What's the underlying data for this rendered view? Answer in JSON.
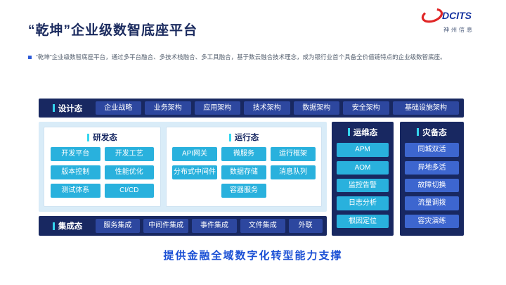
{
  "page": {
    "title": "“乾坤”企业级数智底座平台",
    "intro": "“乾坤”企业级数智底座平台，通过多平台融合、多技术栈融合、多工具融合，基于数云融合技术理念，成为银行业首个具备全价值链特点的企业级数智底座。",
    "footer": "提供金融全域数字化转型能力支撑"
  },
  "logo": {
    "brand": "DCITS",
    "company": "神州信息"
  },
  "icons": {
    "bullet": "small-blue-square",
    "label_tick": "cyan-bar",
    "logo_swoosh": "red-ellipse-arc"
  },
  "colors": {
    "navy_bar": "#182861",
    "royal_blue_button": "#2d479f",
    "cyan_button": "#29b1dd",
    "mid_blue_button": "#3d66cf",
    "panel_background": "#d9ecf8",
    "accent_cyan": "#35d6ef",
    "footer_text": "#1b50d5",
    "brand_red": "#e02525",
    "brand_blue": "#1533a0"
  },
  "design_row": {
    "label": "设计态",
    "items": [
      "企业战略",
      "业务架构",
      "应用架构",
      "技术架构",
      "数据架构",
      "安全架构",
      "基础设施架构"
    ]
  },
  "dev_panel": {
    "label": "研发态",
    "items": [
      "开发平台",
      "开发工艺",
      "版本控制",
      "性能优化",
      "测试体系",
      "CI/CD"
    ]
  },
  "runtime_panel": {
    "label": "运行态",
    "items": [
      "API网关",
      "微服务",
      "运行框架",
      "分布式中间件",
      "数据存储",
      "消息队列",
      "容器服务"
    ]
  },
  "ops_column": {
    "label": "运维态",
    "items": [
      "APM",
      "AOM",
      "监控告警",
      "日志分析",
      "根因定位"
    ]
  },
  "dr_column": {
    "label": "灾备态",
    "items": [
      "同城双活",
      "异地多活",
      "故障切换",
      "流量调拨",
      "容灾演练"
    ]
  },
  "integration_row": {
    "label": "集成态",
    "items": [
      "服务集成",
      "中间件集成",
      "事件集成",
      "文件集成",
      "外联"
    ]
  }
}
